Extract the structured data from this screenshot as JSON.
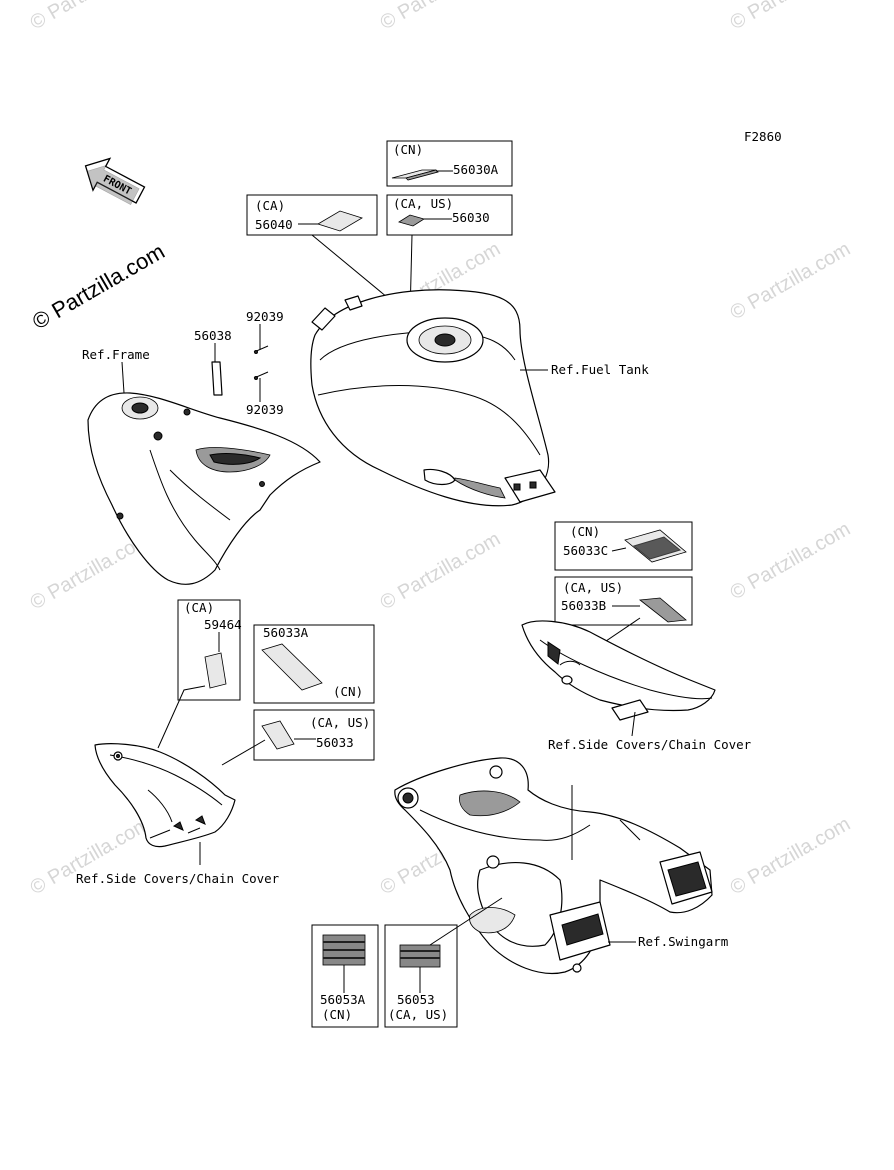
{
  "figure_id": "F2860",
  "watermark": "© Partzilla.com",
  "front_arrow": "FRONT",
  "refs": {
    "frame": "Ref.Frame",
    "fuel_tank": "Ref.Fuel Tank",
    "side_covers_upper": "Ref.Side Covers/Chain Cover",
    "side_covers_lower": "Ref.Side Covers/Chain Cover",
    "swingarm": "Ref.Swingarm"
  },
  "parts": {
    "p56030A": {
      "region": "(CN)",
      "number": "56030A"
    },
    "p56040": {
      "region": "(CA)",
      "number": "56040"
    },
    "p56030": {
      "region": "(CA, US)",
      "number": "56030"
    },
    "p92039_top": "92039",
    "p56038": "56038",
    "p92039_bottom": "92039",
    "p56033C": {
      "region": "(CN)",
      "number": "56033C"
    },
    "p56033B": {
      "region": "(CA, US)",
      "number": "56033B"
    },
    "p59464": {
      "region": "(CA)",
      "number": "59464"
    },
    "p56033A": {
      "region": "(CN)",
      "number": "56033A"
    },
    "p56033": {
      "region": "(CA, US)",
      "number": "56033"
    },
    "p56053A": {
      "region": "(CN)",
      "number": "56053A"
    },
    "p56053": {
      "region": "(CA, US)",
      "number": "56053"
    }
  }
}
